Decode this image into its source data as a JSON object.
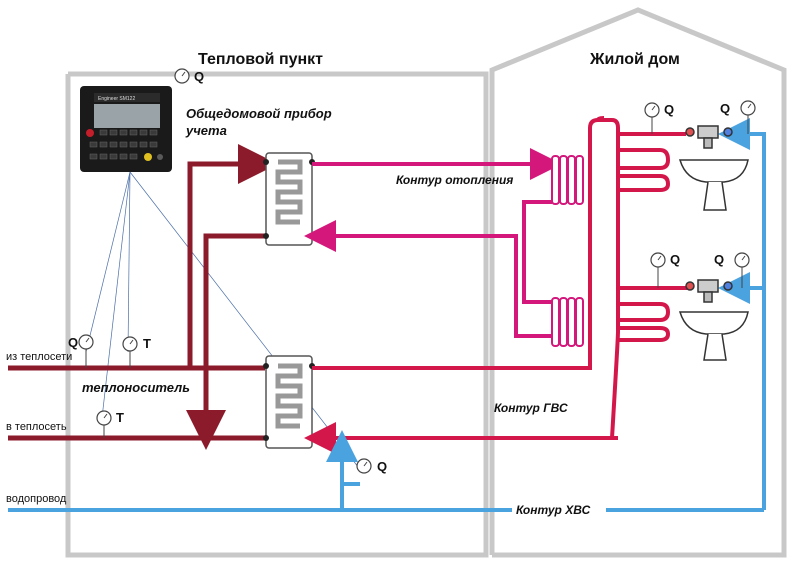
{
  "title_heat_point": "Тепловой пункт",
  "title_house": "Жилой дом",
  "meter_label": "Общедомовой прибор учета",
  "meter_label_line1": "Общедомовой прибор",
  "meter_label_line2": "учета",
  "meter_model": "Engineer SM122",
  "heating_circuit": "Контур отопления",
  "hot_water_circuit": "Контур ГВС",
  "cold_water_circuit": "Контур ХВС",
  "coolant": "теплоноситель",
  "from_network": "из теплосети",
  "to_network": "в теплосеть",
  "water_supply": "водопровод",
  "sensor_q": "Q",
  "sensor_t": "T",
  "colors": {
    "building": "#c8c8c8",
    "supply": "#8b1a2b",
    "heating": "#d4177b",
    "hot_water": "#d4174a",
    "cold_water": "#4aa3df"
  }
}
